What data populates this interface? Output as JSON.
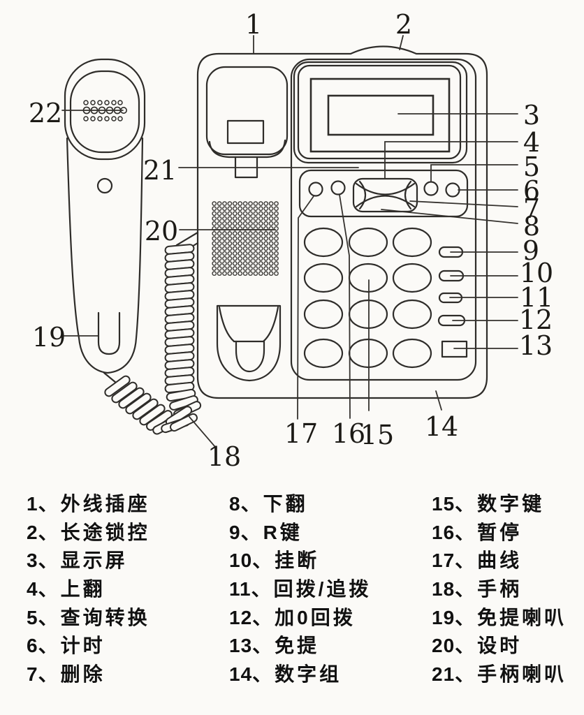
{
  "colors": {
    "ink": "#2e2c29",
    "paper": "#fbfaf7"
  },
  "diagram": {
    "callouts": [
      {
        "n": "1"
      },
      {
        "n": "2"
      },
      {
        "n": "3"
      },
      {
        "n": "4"
      },
      {
        "n": "5"
      },
      {
        "n": "6"
      },
      {
        "n": "7"
      },
      {
        "n": "8"
      },
      {
        "n": "9"
      },
      {
        "n": "10"
      },
      {
        "n": "11"
      },
      {
        "n": "12"
      },
      {
        "n": "13"
      },
      {
        "n": "14"
      },
      {
        "n": "15"
      },
      {
        "n": "16"
      },
      {
        "n": "17"
      },
      {
        "n": "18"
      },
      {
        "n": "19"
      },
      {
        "n": "20"
      },
      {
        "n": "21"
      },
      {
        "n": "22"
      }
    ]
  },
  "legend": {
    "columns": [
      {
        "items": [
          {
            "no": "1、",
            "name": "外线插座"
          },
          {
            "no": "2、",
            "name": "长途锁控"
          },
          {
            "no": "3、",
            "name": "显示屏"
          },
          {
            "no": "4、",
            "name": "上翻"
          },
          {
            "no": "5、",
            "name": "查询转换"
          },
          {
            "no": "6、",
            "name": "计时"
          },
          {
            "no": "7、",
            "name": "删除"
          }
        ]
      },
      {
        "items": [
          {
            "no": "8、",
            "name": "下翻"
          },
          {
            "no": "9、",
            "name": "R键"
          },
          {
            "no": "10、",
            "name": "挂断"
          },
          {
            "no": "11、",
            "name": "回拨/追拨"
          },
          {
            "no": "12、",
            "name": "加0回拨"
          },
          {
            "no": "13、",
            "name": "免提"
          },
          {
            "no": "14、",
            "name": "数字组"
          }
        ]
      },
      {
        "items": [
          {
            "no": "15、",
            "name": "数字键"
          },
          {
            "no": "16、",
            "name": "暂停"
          },
          {
            "no": "17、",
            "name": "曲线"
          },
          {
            "no": "18、",
            "name": "手柄"
          },
          {
            "no": "19、",
            "name": "免提喇叭"
          },
          {
            "no": "20、",
            "name": "设时"
          },
          {
            "no": "21、",
            "name": "手柄喇叭"
          }
        ]
      }
    ]
  }
}
